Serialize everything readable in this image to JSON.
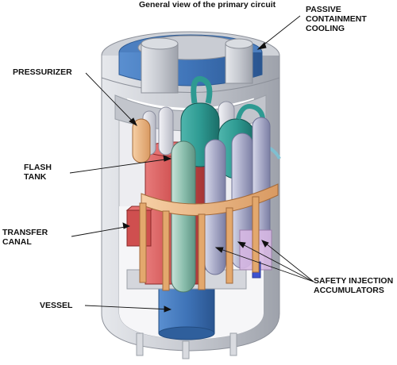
{
  "title": "General view of the  primary circuit",
  "labels": {
    "passive_containment_cooling": [
      "PASSIVE",
      "CONTAINMENT",
      "COOLING"
    ],
    "pressurizer": "PRESSURIZER",
    "flash_tank": [
      "FLASH",
      "TANK"
    ],
    "transfer_canal": [
      "TRANSFER",
      "CANAL"
    ],
    "vessel": "VESSEL",
    "safety_injection_accumulators": [
      "SAFETY INJECTION",
      "ACCUMULATORS"
    ]
  },
  "colors": {
    "containment_shell": "#c9ccd3",
    "containment_rim": "#3f6fb0",
    "steam_generator": "#2e9a92",
    "accumulator": "#a8aac7",
    "flash_tank": "#cf4f4f",
    "support_frame": "#e0a76a",
    "vessel": "#3f7fc4",
    "pressurizer": "#f0b27a"
  }
}
